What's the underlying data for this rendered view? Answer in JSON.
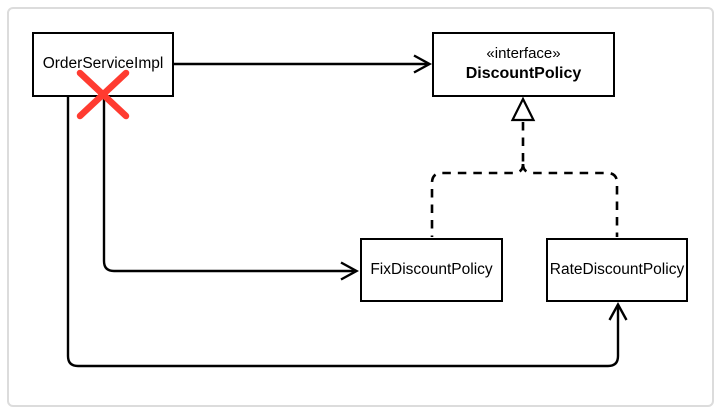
{
  "diagram": {
    "type": "uml-class-diagram",
    "nodes": {
      "order_service": {
        "label": "OrderServiceImpl"
      },
      "discount_policy": {
        "stereotype": "«interface»",
        "label": "DiscountPolicy"
      },
      "fix_discount": {
        "label": "FixDiscountPolicy"
      },
      "rate_discount": {
        "label": "RateDiscountPolicy"
      }
    },
    "edges": [
      {
        "from": "OrderServiceImpl",
        "to": "DiscountPolicy",
        "style": "solid-arrow"
      },
      {
        "from": "OrderServiceImpl",
        "to": "FixDiscountPolicy",
        "style": "solid-arrow",
        "annotation": "crossed-out"
      },
      {
        "from": "OrderServiceImpl",
        "to": "RateDiscountPolicy",
        "style": "solid-arrow"
      },
      {
        "from": "FixDiscountPolicy",
        "to": "DiscountPolicy",
        "style": "dashed-realization-hollow-triangle"
      },
      {
        "from": "RateDiscountPolicy",
        "to": "DiscountPolicy",
        "style": "dashed-realization-hollow-triangle"
      }
    ],
    "colors": {
      "stroke": "#000000",
      "cross": "#ff3b30",
      "node_fill": "#ffffff",
      "frame_border": "#dcdcdc",
      "background": "#ffffff"
    }
  }
}
